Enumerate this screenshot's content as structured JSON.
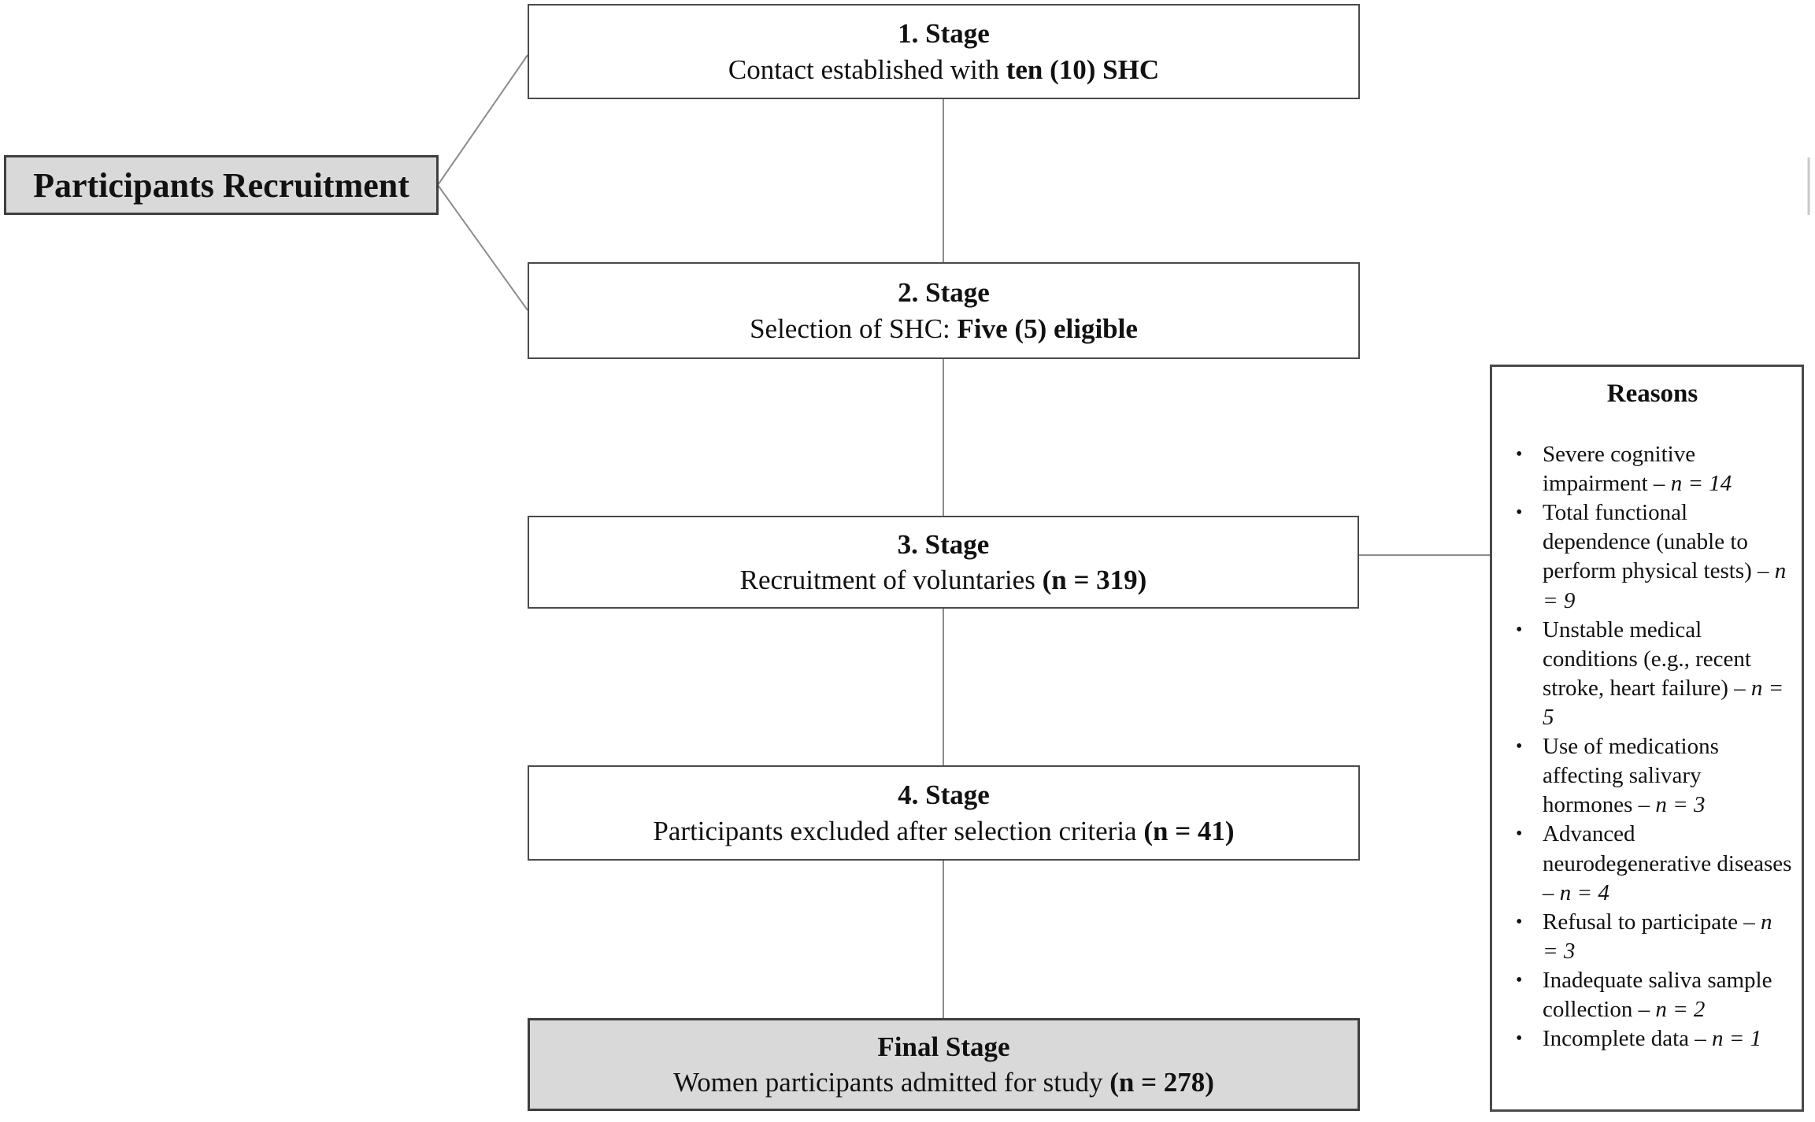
{
  "recruitment_label": {
    "text": "Participants Recruitment"
  },
  "stages": [
    {
      "title": "1. Stage",
      "desc": "Contact established with ",
      "desc_bold": "ten (10) SHC"
    },
    {
      "title": "2. Stage",
      "desc": "Selection of SHC: ",
      "desc_bold": "Five (5) eligible"
    },
    {
      "title": "3. Stage",
      "desc": "Recruitment of voluntaries ",
      "desc_bold": "(n = 319)"
    },
    {
      "title": "4. Stage",
      "desc": "Participants excluded after selection criteria ",
      "desc_bold": "(n = 41)"
    },
    {
      "title": "Final Stage",
      "desc": "Women participants admitted for study ",
      "desc_bold": "(n = 278)"
    }
  ],
  "reasons": {
    "title": "Reasons",
    "bullet": "•",
    "items": [
      {
        "label": "Severe cognitive impairment – ",
        "n": "n = 14"
      },
      {
        "label": "Total functional dependence (unable to perform physical tests) – ",
        "n": "n = 9"
      },
      {
        "label": "Unstable medical conditions (e.g., recent stroke, heart failure) – ",
        "n": "n = 5"
      },
      {
        "label": "Use of medications affecting salivary hormones – ",
        "n": "n = 3"
      },
      {
        "label": "Advanced neurodegenerative diseases – ",
        "n": "n = 4"
      },
      {
        "label": "Refusal to participate – ",
        "n": "n = 3"
      },
      {
        "label": "Inadequate saliva sample collection – ",
        "n": "n = 2"
      },
      {
        "label": "Incomplete data – ",
        "n": "n = 1"
      }
    ]
  },
  "colors": {
    "box_fill_gray": "#d9d9d9",
    "box_fill_white": "#ffffff",
    "border_dark": "#3e3e3e",
    "connector_gray": "#8c8c8c",
    "edge_artifact_gray": "#c9c9c9"
  }
}
